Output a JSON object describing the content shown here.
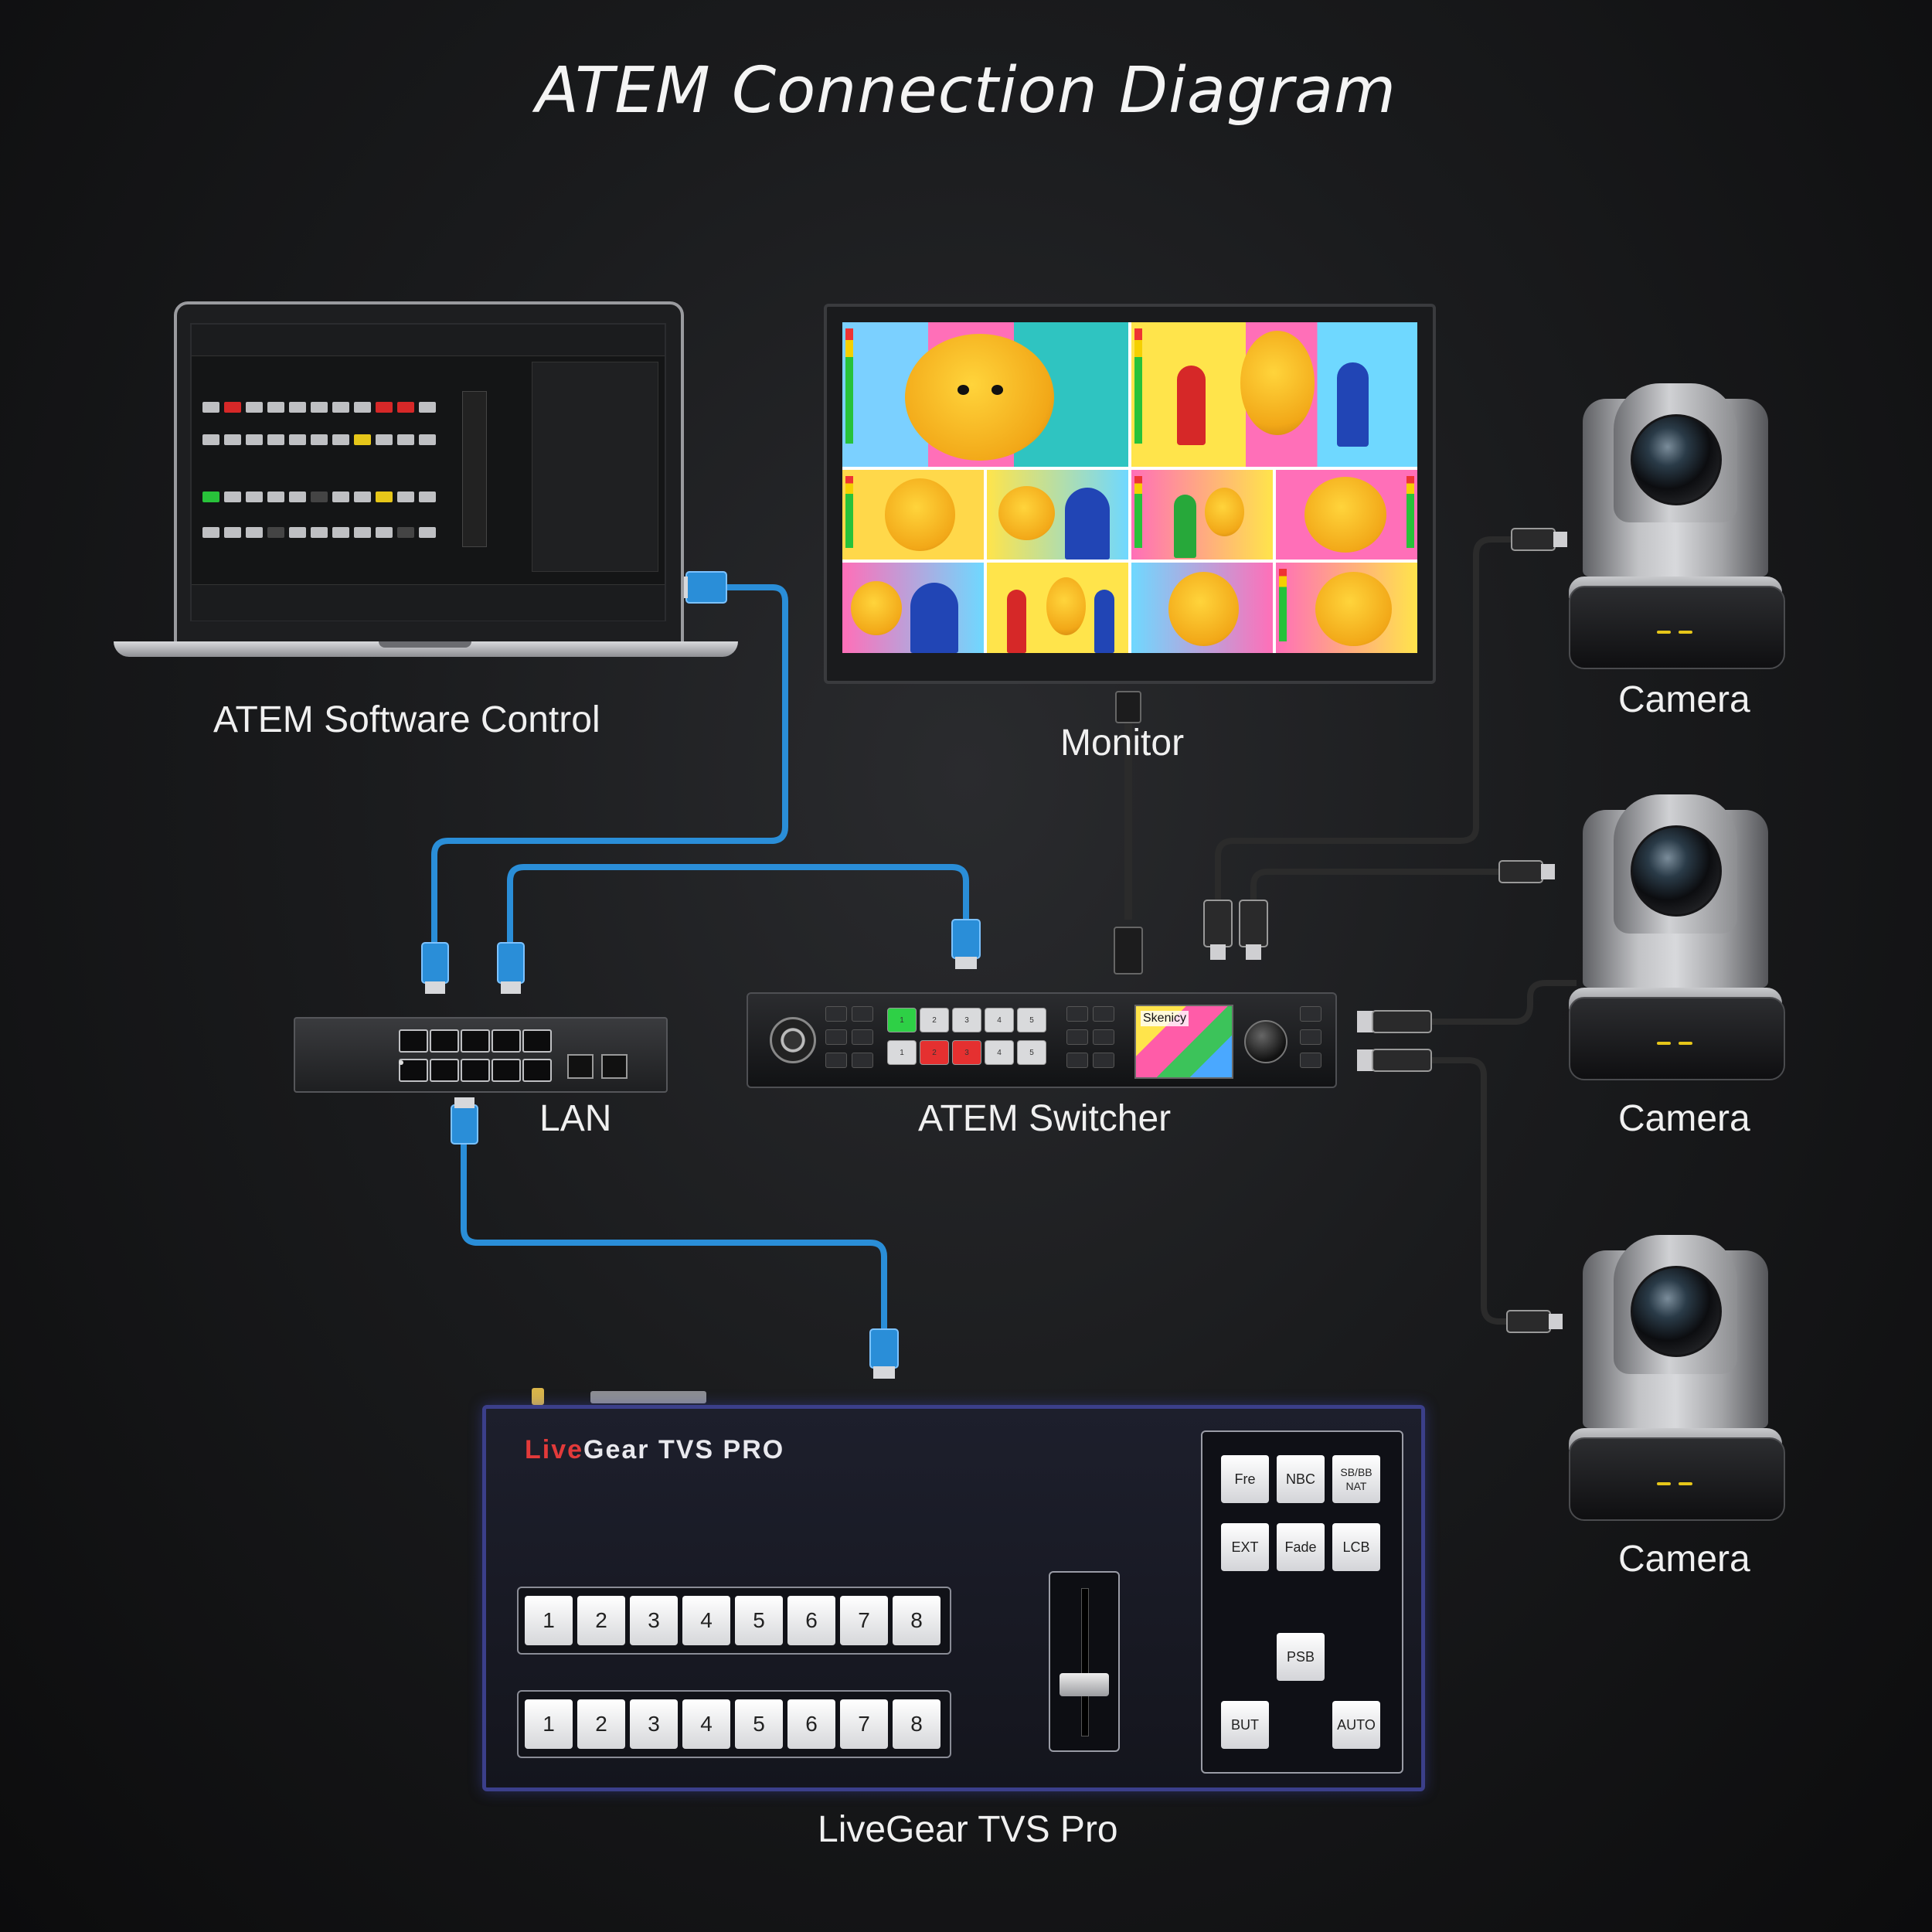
{
  "title": "ATEM Connection Diagram",
  "labels": {
    "software": "ATEM Software Control",
    "monitor": "Monitor",
    "camera": "Camera",
    "lan": "LAN",
    "switcher": "ATEM Switcher",
    "tvs": "LiveGear TVS Pro"
  },
  "tvs_panel": {
    "brand_red": "Live",
    "brand_white": "Gear TVS PRO",
    "program_keys": [
      "1",
      "2",
      "3",
      "4",
      "5",
      "6",
      "7",
      "8"
    ],
    "preview_keys": [
      "1",
      "2",
      "3",
      "4",
      "5",
      "6",
      "7",
      "8"
    ],
    "transition_keys": [
      "Fre",
      "NBC",
      "SB/BB NAT",
      "EXT",
      "Fade",
      "LCB",
      "PSB",
      "BUT",
      "AUTO"
    ]
  },
  "switcher_lcd": "Skenicy",
  "colors": {
    "ethernet": "#2a8ed8",
    "sdi": "#2b2b2b",
    "tvs_border": "#3b3f8a"
  }
}
